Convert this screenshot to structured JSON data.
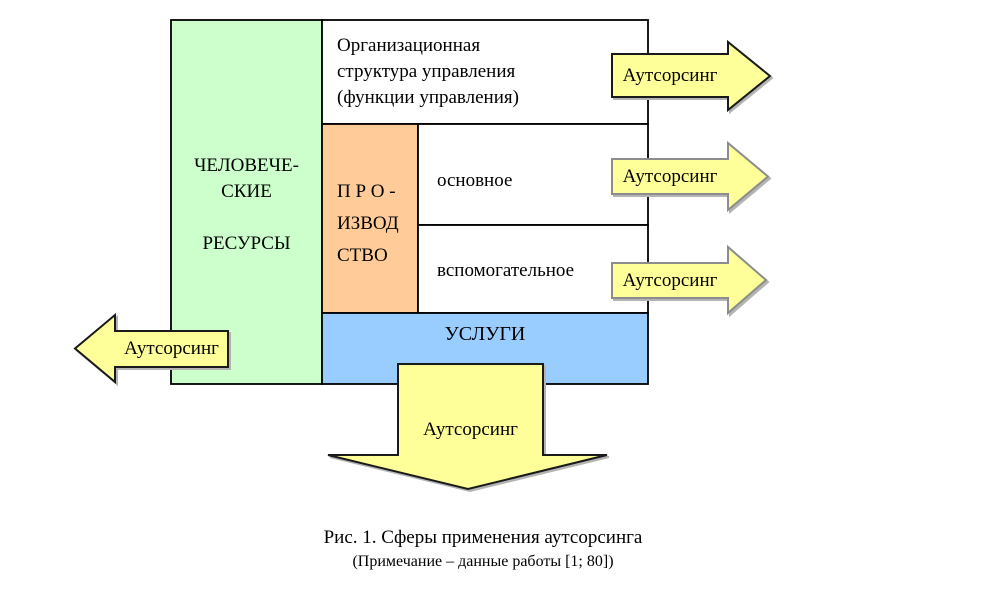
{
  "figure": {
    "type": "diagram",
    "topic": "Spheres of outsourcing application"
  },
  "colors": {
    "human_resources_fill": "#CCFFCC",
    "production_fill": "#FFCC99",
    "services_fill": "#99CCFF",
    "arrow_fill": "#FFFF99",
    "plain_fill": "#FFFFFF"
  },
  "boxes": {
    "human_resources": "ЧЕЛОВЕЧЕ-\nСКИЕ\n\nРЕСУРСЫ",
    "org_structure": "Организационная\nструктура управления\n(функции управления)",
    "production": "П Р О -\nИЗВОД\nСТВО",
    "production_main": "основное",
    "production_auxiliary": "вспомогательное",
    "services": "УСЛУГИ"
  },
  "arrows": [
    {
      "id": "outsourcing-org-structure",
      "direction": "right",
      "label": "Аутсорсинг"
    },
    {
      "id": "outsourcing-main-production",
      "direction": "right",
      "label": "Аутсорсинг"
    },
    {
      "id": "outsourcing-auxiliary-production",
      "direction": "right",
      "label": "Аутсорсинг"
    },
    {
      "id": "outsourcing-human-resources",
      "direction": "left",
      "label": "Аутсорсинг"
    },
    {
      "id": "outsourcing-services",
      "direction": "down",
      "label": "Аутсорсинг"
    }
  ],
  "caption": {
    "title": "Рис. 1. Сферы применения аутсорсинга",
    "note": "(Примечание – данные работы [1; 80])"
  }
}
